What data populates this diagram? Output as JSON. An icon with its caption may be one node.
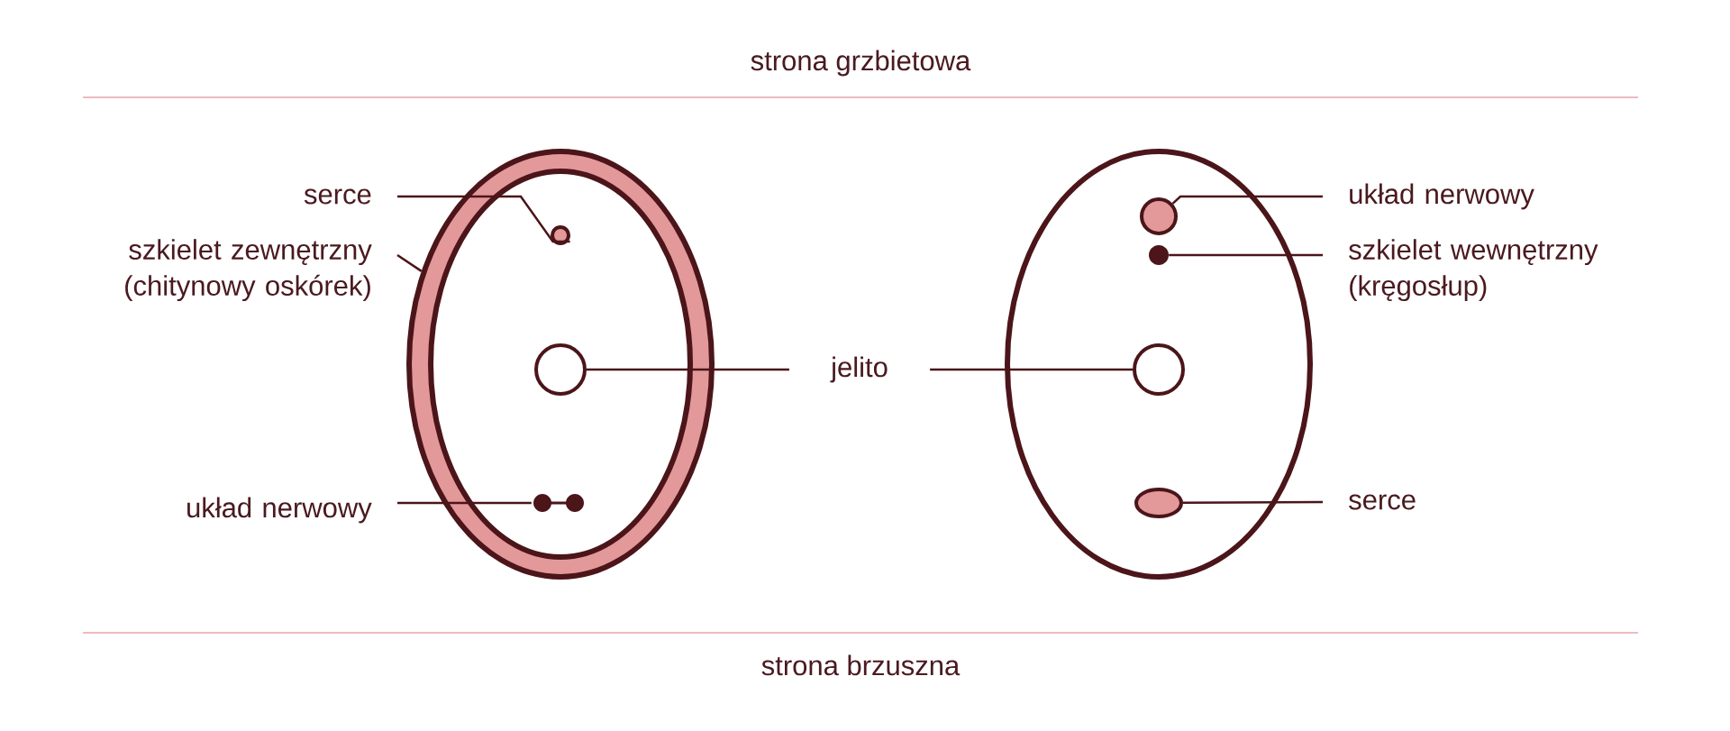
{
  "diagram": {
    "nodes": [
      {
        "text": [],
        "shape": "ellipse"
      },
      {
        "text": [
          "serce"
        ]
      },
      {
        "text": [
          "szkielet zewnętrzny (chitynowy oskórek)"
        ]
      },
      {
        "text": [],
        "shape": "circle",
        "in": 0
      },
      {
        "text": [],
        "shape": "circle",
        "in": 0
      },
      {
        "text": [],
        "shape": "dots",
        "in": 0
      },
      {
        "text": [
          "jelito"
        ]
      },
      {
        "text": [
          "układ nerwowy"
        ]
      },
      {
        "text": [],
        "shape": "ellipse"
      },
      {
        "text": [
          "układ nerwowy"
        ]
      },
      {
        "text": [
          "szkielet wewnętrzny (kręgosłup)"
        ]
      },
      {
        "text": [],
        "shape": "circle",
        "in": 8
      },
      {
        "text": [],
        "shape": "dot",
        "in": 8
      },
      {
        "text": [],
        "shape": "circle",
        "in": 8
      },
      {
        "text": [],
        "shape": "ellipse",
        "in": 8
      },
      {
        "text": [
          "serce"
        ]
      }
    ],
    "edges": [
      {
        "from": 1,
        "to": 3,
        "arrow": "none"
      },
      {
        "from": 2,
        "to": 0,
        "arrow": "none"
      },
      {
        "from": 7,
        "to": 5,
        "arrow": "none"
      },
      {
        "from": 6,
        "to": 4,
        "arrow": "none"
      },
      {
        "from": 6,
        "to": 13,
        "arrow": "none"
      },
      {
        "from": 9,
        "to": 11,
        "arrow": "none"
      },
      {
        "from": 10,
        "to": 12,
        "arrow": "none"
      },
      {
        "from": 15,
        "to": 14,
        "arrow": "none"
      }
    ],
    "labels": [
      "strona grzbietowa",
      "strona brzuszna"
    ]
  }
}
